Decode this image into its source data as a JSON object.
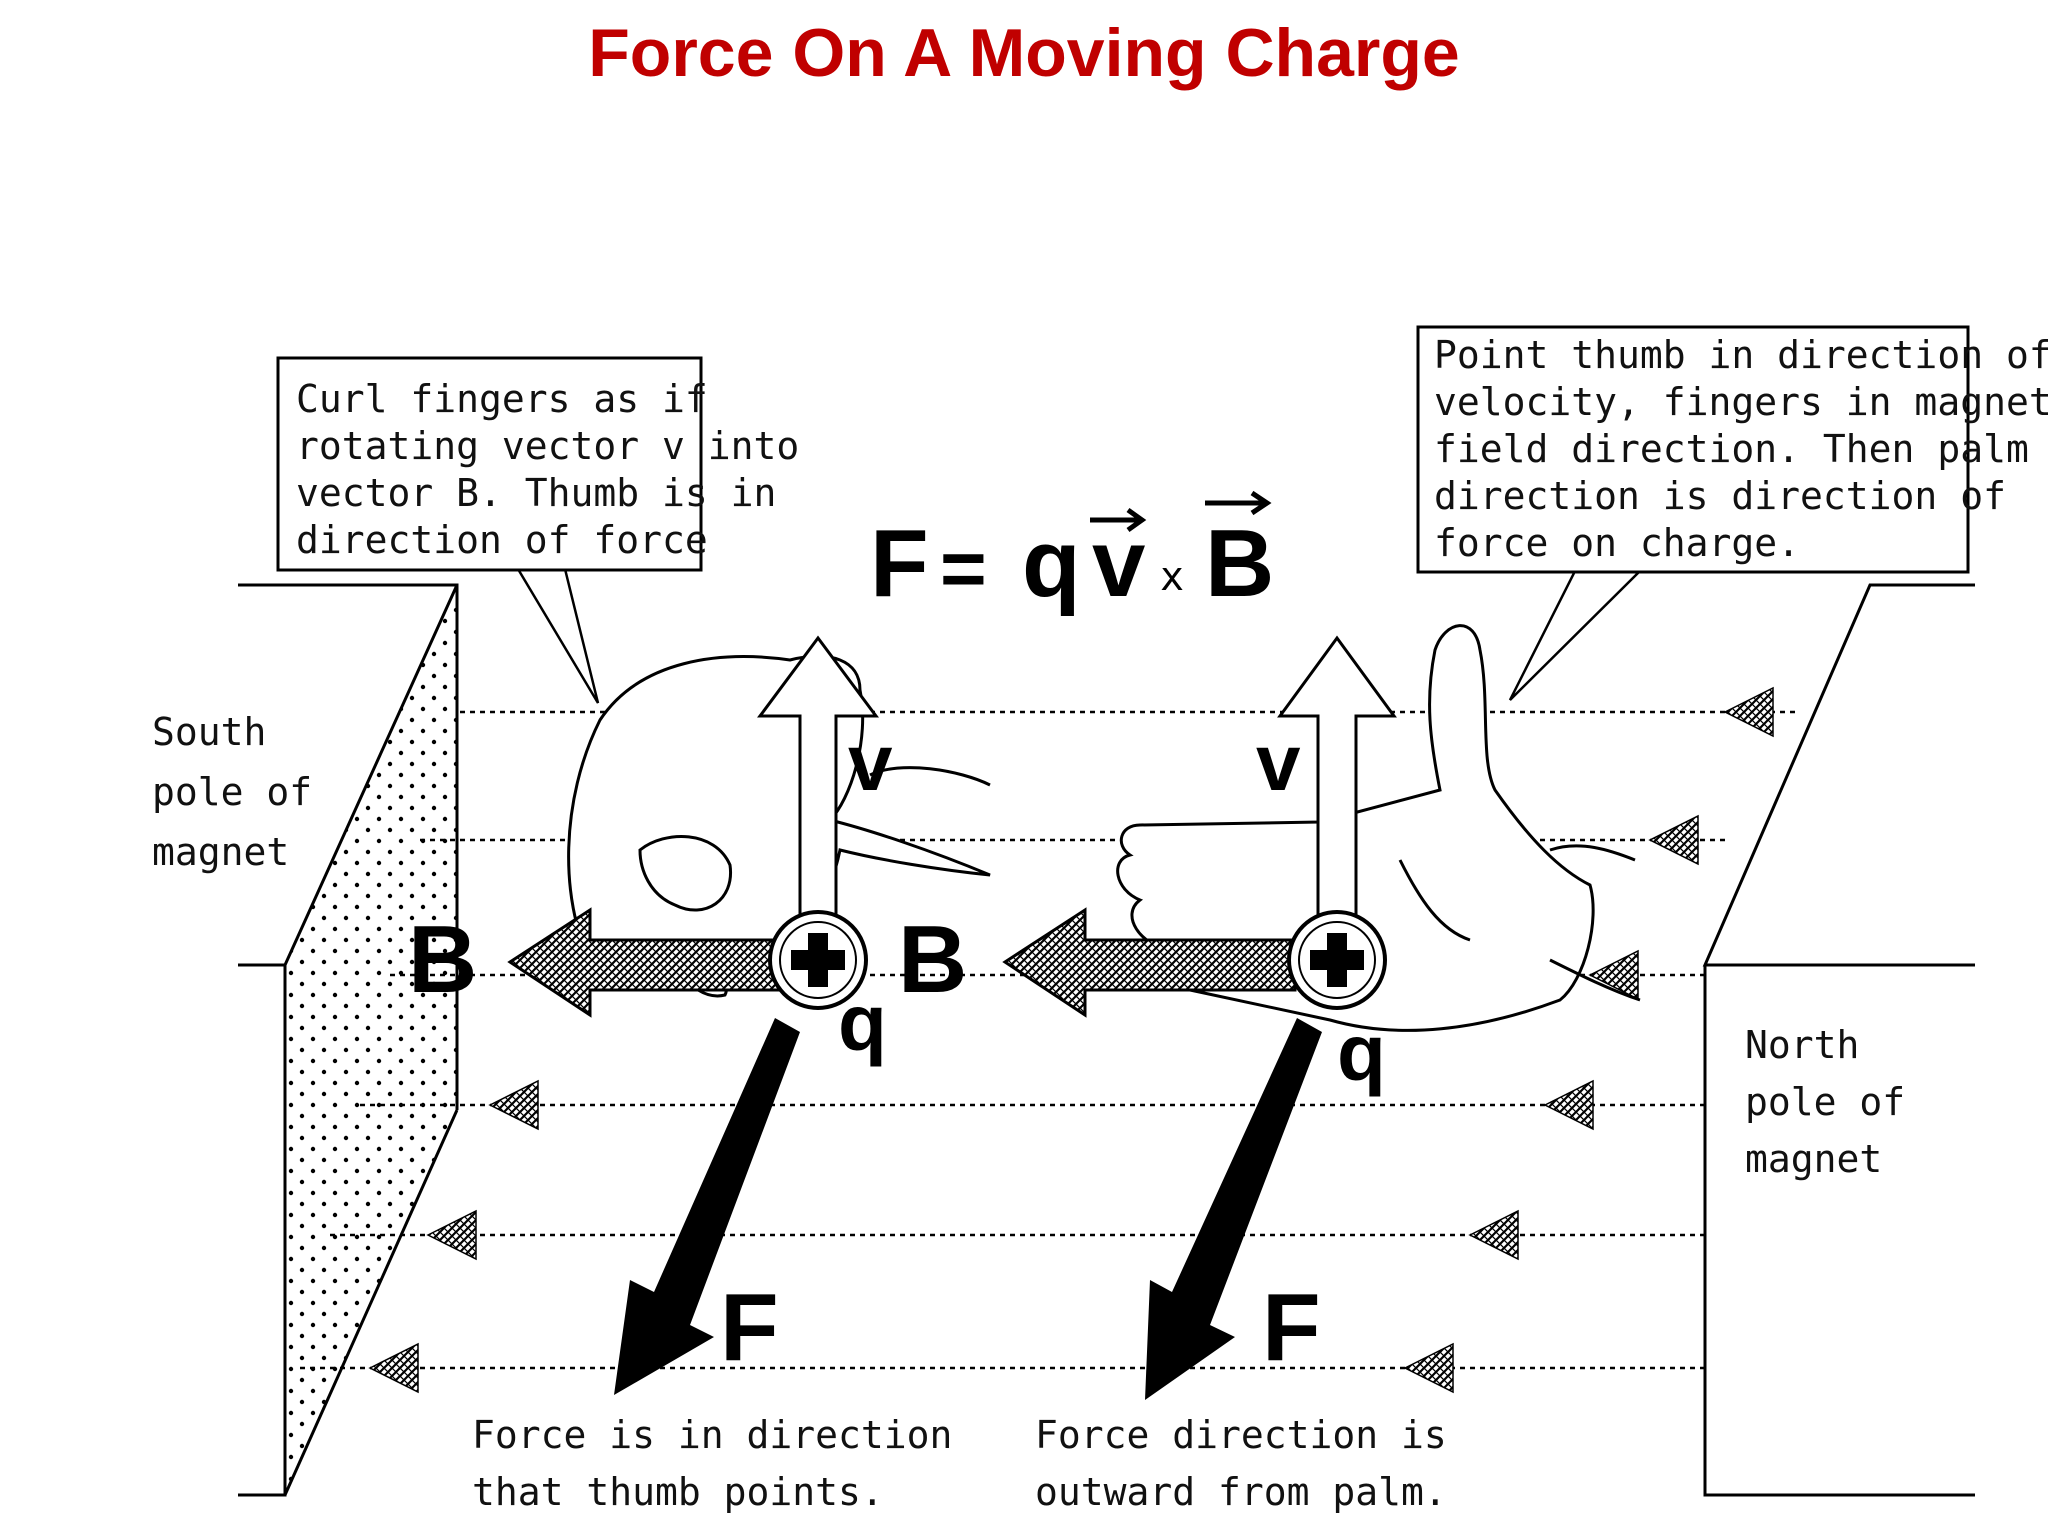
{
  "title": "Force On A Moving Charge",
  "formula": {
    "F": "F",
    "eq": "=",
    "q": "q",
    "v": "v",
    "x": "x",
    "B": "B"
  },
  "callout_left": [
    "Curl fingers as if",
    "rotating vector v into",
    "vector B. Thumb is in",
    "direction of force"
  ],
  "callout_right": [
    "Point thumb in direction of",
    "velocity, fingers in magnetic",
    "field direction. Then palm",
    "direction is direction of",
    "force on charge."
  ],
  "south_pole": [
    "South",
    "pole of",
    "magnet"
  ],
  "north_pole": [
    "North",
    "pole of",
    "magnet"
  ],
  "labels": {
    "B": "B",
    "v": "v",
    "q": "q",
    "F": "F"
  },
  "caption_left": [
    "Force is in direction",
    "that thumb points."
  ],
  "caption_right": [
    "Force direction is",
    "outward from palm."
  ],
  "colors": {
    "title": "#c00000",
    "ink": "#000000",
    "background": "#ffffff"
  }
}
